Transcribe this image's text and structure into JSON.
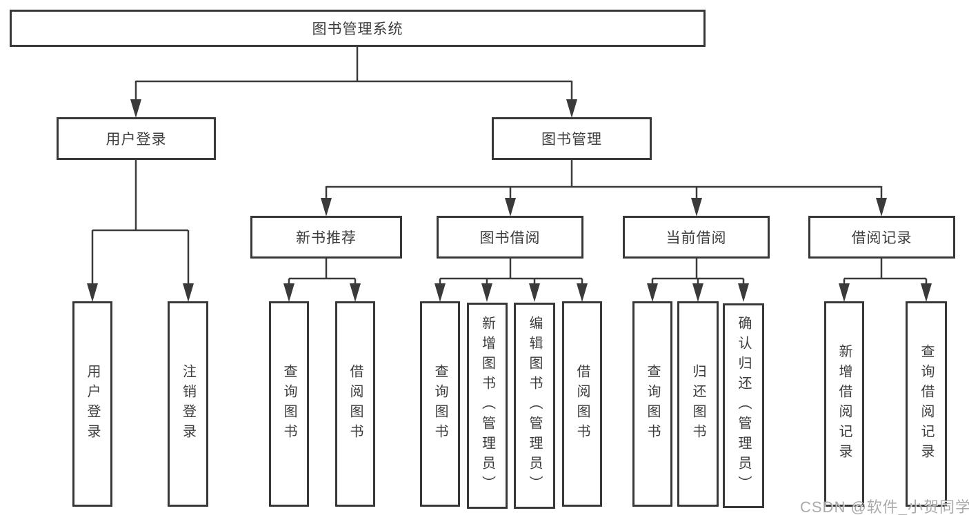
{
  "diagram": {
    "title": "图书管理系统",
    "tree": {
      "label": "图书管理系统",
      "children": [
        {
          "label": "用户登录",
          "children": [
            {
              "label": "用户登录"
            },
            {
              "label": "注销登录"
            }
          ]
        },
        {
          "label": "图书管理",
          "children": [
            {
              "label": "新书推荐",
              "children": [
                {
                  "label": "查询图书"
                },
                {
                  "label": "借阅图书"
                }
              ]
            },
            {
              "label": "图书借阅",
              "children": [
                {
                  "label": "查询图书"
                },
                {
                  "label": "新增图书（管理员）"
                },
                {
                  "label": "编辑图书（管理员）"
                },
                {
                  "label": "借阅图书"
                }
              ]
            },
            {
              "label": "当前借阅",
              "children": [
                {
                  "label": "查询图书"
                },
                {
                  "label": "归还图书"
                },
                {
                  "label": "确认归还（管理员）"
                }
              ]
            },
            {
              "label": "借阅记录",
              "children": [
                {
                  "label": "新增借阅记录"
                },
                {
                  "label": "查询借阅记录"
                }
              ]
            }
          ]
        }
      ]
    }
  },
  "watermark": {
    "text": "CSDN @软件_小贺同学"
  },
  "colors": {
    "line": "#3a3a3a",
    "box_border": "#383838",
    "text": "#3d3d3d",
    "background": "#ffffff",
    "watermark": "#9b9b9b"
  }
}
